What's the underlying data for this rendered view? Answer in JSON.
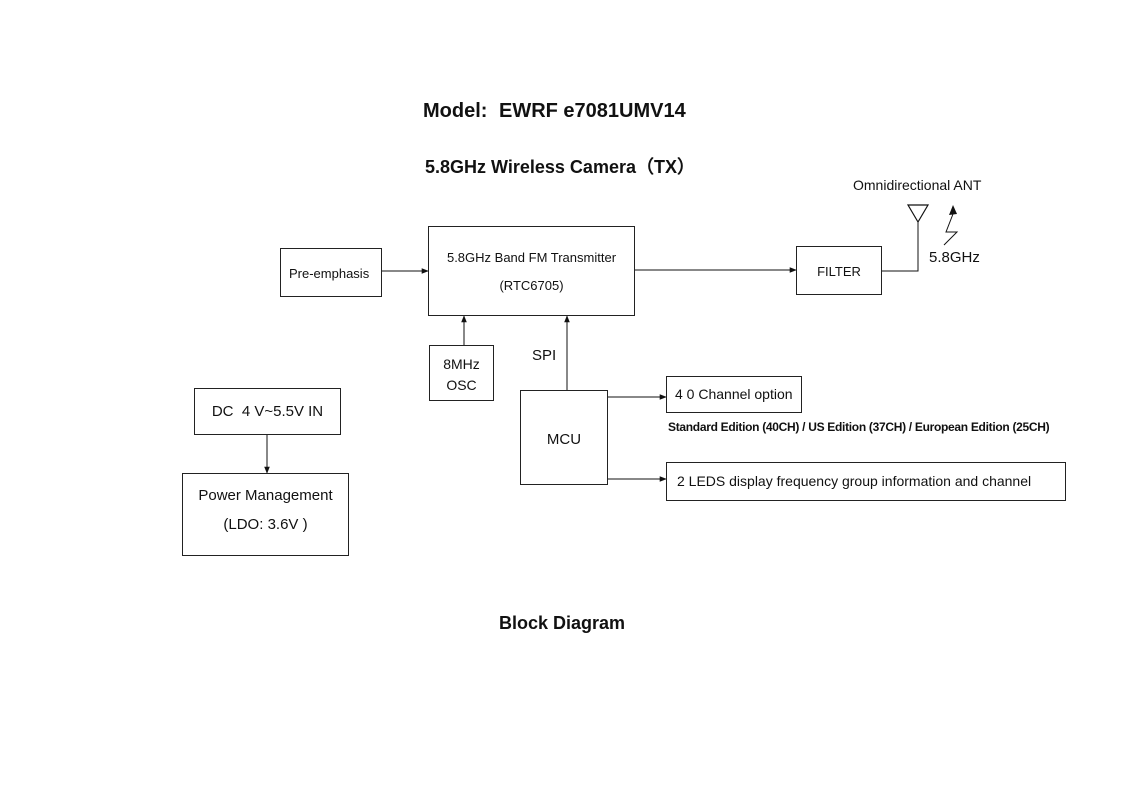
{
  "header": {
    "model_prefix": "Model:",
    "model_name": "EWRF e7081UMV14",
    "subtitle_freq": "5.8GHz",
    "subtitle_main": "Wireless Camera",
    "subtitle_tx": "（TX）"
  },
  "blocks": {
    "pre_emphasis": "Pre-emphasis",
    "transmitter_line1": "5.8GHz Band FM Transmitter",
    "transmitter_line2": "(RTC6705)",
    "filter": "FILTER",
    "antenna_label": "Omnidirectional ANT",
    "antenna_freq": "5.8GHz",
    "osc_line1": "8MHz",
    "osc_line2": "OSC",
    "spi": "SPI",
    "mcu": "MCU",
    "dc_in": "DC  4 V~5.5V IN",
    "power_line1": "Power Management",
    "power_line2": "(LDO: 3.6V )",
    "channel_option": "4 0 Channel option",
    "editions": "Standard Edition (40CH) / US Edition (37CH) / European Edition (25CH)",
    "leds": "2 LEDS display frequency group information and channel"
  },
  "caption": "Block Diagram"
}
